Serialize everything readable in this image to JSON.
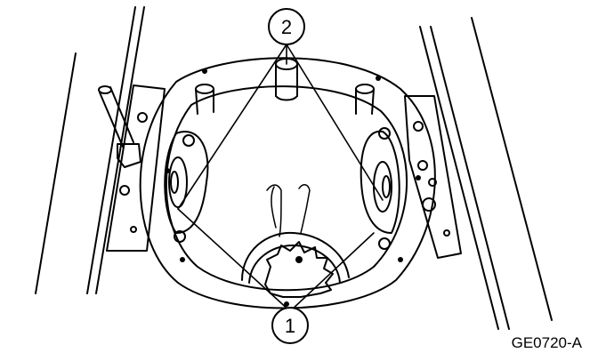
{
  "diagram": {
    "callouts": [
      {
        "id": "callout-1",
        "label": "1"
      },
      {
        "id": "callout-2",
        "label": "2"
      }
    ],
    "figure_id": "GE0720-A",
    "ink_color": "#000000",
    "paper_color": "#ffffff"
  }
}
